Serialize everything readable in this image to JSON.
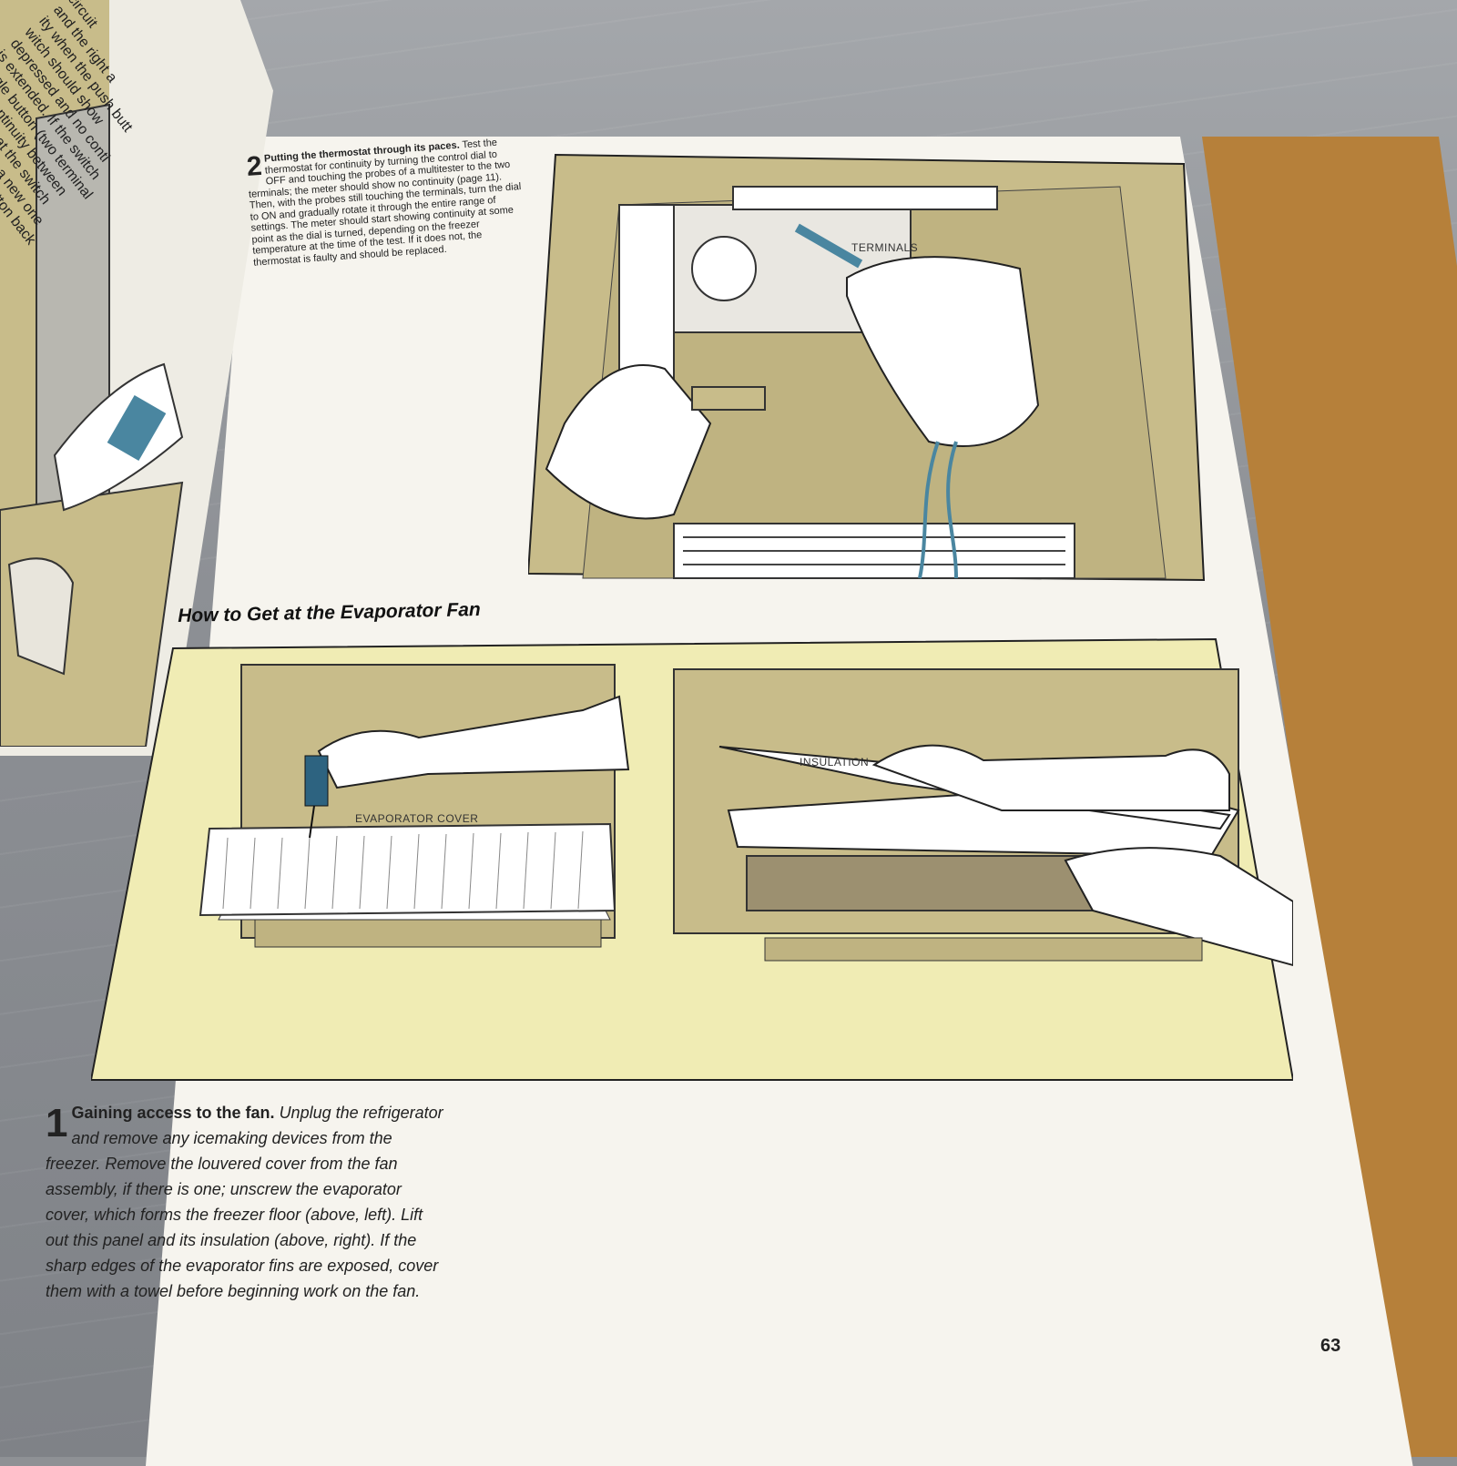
{
  "left_page": {
    "fragment_lines": [
      "circuit",
      "and the right a",
      "ity when the push butt",
      "witch should show",
      "depressed and no conti",
      "is extended. If the switch",
      "single button (two terminal",
      "until continuity between",
      "you find that the switch",
      "replace it with a new one",
      "snap the push button back"
    ]
  },
  "step2": {
    "number": "2",
    "lead": "Putting the thermostat through its paces.",
    "body": "Test the thermostat for continuity by turning the control dial to OFF and touching the probes of a multitester to the two terminals; the meter should show no continuity (page 11). Then, with the probes still touching the terminals, turn the dial to ON and gradually rotate it through the entire range of settings. The meter should start showing continuity at some point as the dial is turned, depending on the freezer temperature at the time of the test. If it does not, the thermostat is faulty and should be replaced."
  },
  "labels": {
    "terminals": "TERMINALS",
    "evaporator_cover": "EVAPORATOR COVER",
    "insulation": "INSULATION"
  },
  "section": {
    "heading": "How to Get at the Evaporator Fan"
  },
  "step1": {
    "number": "1",
    "lead": "Gaining access to the fan.",
    "body": " Unplug the refrigerator and remove any icemaking devices from the freezer. Remove the louvered cover from the fan assembly, if there is one; unscrew the evaporator cover, which forms the freezer floor (above, left). Lift out this panel and its insulation (above, right). If the sharp edges of the evaporator fins are exposed, cover them with a towel before beginning work on the fan."
  },
  "page_number": "63",
  "colors": {
    "khaki": "#c8bc8a",
    "pale_yellow": "#f0ecb4",
    "probe_blue": "#4a86a0",
    "table_gray": "#8e9195",
    "cover_tan": "#b6803a"
  }
}
